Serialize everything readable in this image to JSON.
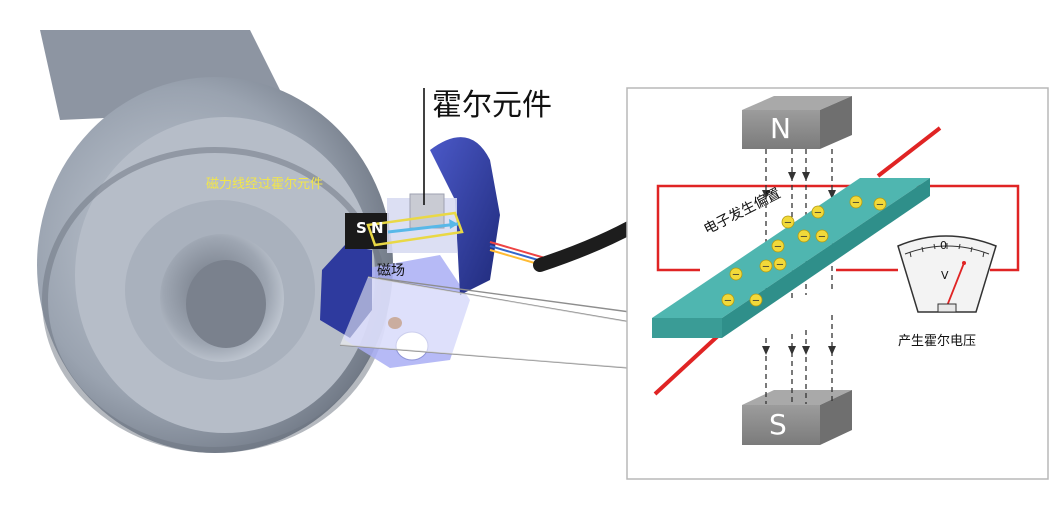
{
  "title": "霍尔元件",
  "motor": {
    "flux_label": "磁力线经过霍尔元件",
    "pole_s": "S",
    "pole_n": "N",
    "field_label": "磁场"
  },
  "inset": {
    "magnet_top": "N",
    "magnet_bottom": "S",
    "deflection_label": "电子发生偏置",
    "electron_symbol": "−",
    "meter_zero": "0",
    "meter_unit": "V",
    "voltage_label": "产生霍尔电压"
  },
  "colors": {
    "plate": "#4fb6b0",
    "plate_side": "#2f8f8a",
    "electron": "#f1d93a",
    "wire": "#e02424",
    "magnet": "#8a8a8a",
    "sensor_blue": "#2e3a9e",
    "motor_gray": "#9aa3b0"
  }
}
